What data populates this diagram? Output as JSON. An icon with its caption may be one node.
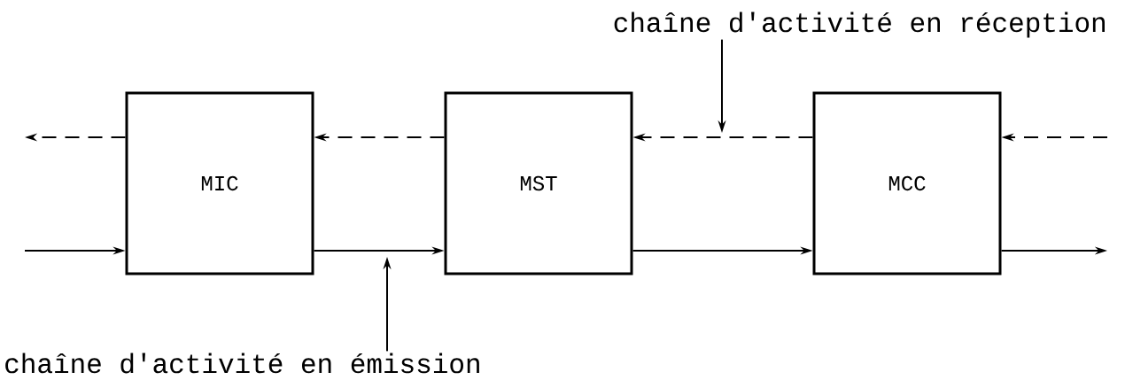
{
  "diagram": {
    "nodes": [
      {
        "text": [
          "MIC"
        ]
      },
      {
        "text": [
          "MST"
        ]
      },
      {
        "text": [
          "MCC"
        ]
      },
      {
        "text": [
          "chaîne d'activité en réception"
        ]
      },
      {
        "text": [
          "chaîne d'activité en émission"
        ]
      }
    ],
    "edges": [
      {
        "from": null,
        "to": 0,
        "arrow": "to"
      },
      {
        "from": 0,
        "to": 1,
        "arrow": "to"
      },
      {
        "from": 1,
        "to": 2,
        "arrow": "to"
      },
      {
        "from": 2,
        "to": null,
        "arrow": "to"
      },
      {
        "from": null,
        "to": 2,
        "arrow": "to",
        "style": "dashed"
      },
      {
        "from": 2,
        "to": 1,
        "arrow": "to",
        "style": "dashed"
      },
      {
        "from": 1,
        "to": 0,
        "arrow": "to",
        "style": "dashed"
      },
      {
        "from": 0,
        "to": null,
        "arrow": "to",
        "style": "dashed"
      },
      {
        "from": 3,
        "to": null,
        "arrow": "to"
      },
      {
        "from": 4,
        "to": null,
        "arrow": "to"
      }
    ]
  }
}
